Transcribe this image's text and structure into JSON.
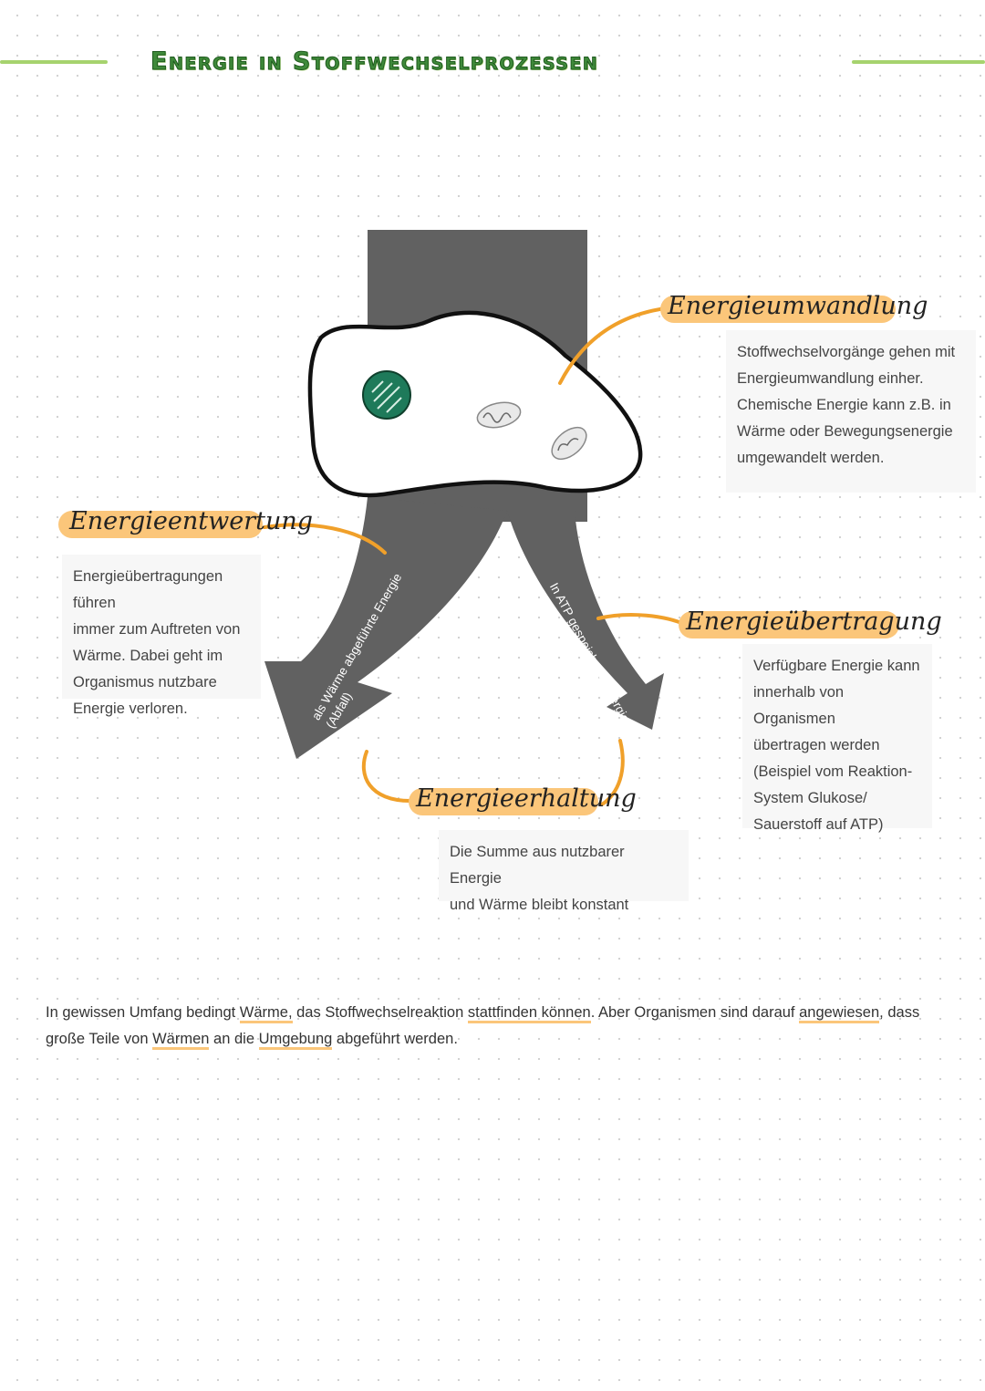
{
  "title": "Energie in Stoffwechselprozessen",
  "colors": {
    "accent_green": "#a6d36e",
    "highlight_orange": "#fbc67a",
    "connector_orange": "#f0a02a",
    "arrow_gray": "#616161",
    "nucleus_green": "#1e7a5a"
  },
  "arrow_labels": {
    "left": "als Wärme abgeführte Energie\n(Abfall)",
    "right": "In ATP gespeicherte Energie"
  },
  "concepts": {
    "umwandlung": {
      "heading": "Energieumwandlung",
      "text": "Stoffwechselvorgänge gehen mit\nEnergieumwandlung einher.\nChemische Energie kann z.B. in\nWärme oder Bewegungsenergie\numgewandelt werden."
    },
    "entwertung": {
      "heading": "Energieentwertung",
      "text": "Energieübertragungen führen\nimmer zum Auftreten von\nWärme. Dabei geht im\nOrganismus nutzbare\nEnergie verloren."
    },
    "uebertragung": {
      "heading": "Energieübertragung",
      "text": "Verfügbare Energie kann\ninnerhalb von Organismen\nübertragen werden\n(Beispiel vom Reaktion-\nSystem Glukose/\nSauerstoff auf ATP)"
    },
    "erhaltung": {
      "heading": "Energieerhaltung",
      "text": "Die Summe aus nutzbarer Energie\nund Wärme bleibt konstant"
    }
  },
  "note": {
    "p1": "In gewissen Umfang bedingt ",
    "u1": "Wärme,",
    "p2": " das Stoffwechselreaktion ",
    "u2": "stattfinden können",
    "p3": ". Aber Organismen sind darauf ",
    "u3": "angewiesen",
    "p4": ", dass große Teile von ",
    "u4": "Wärmen",
    "p5": " an die ",
    "u5": "Umgebung",
    "p6": " abgeführt werden."
  }
}
